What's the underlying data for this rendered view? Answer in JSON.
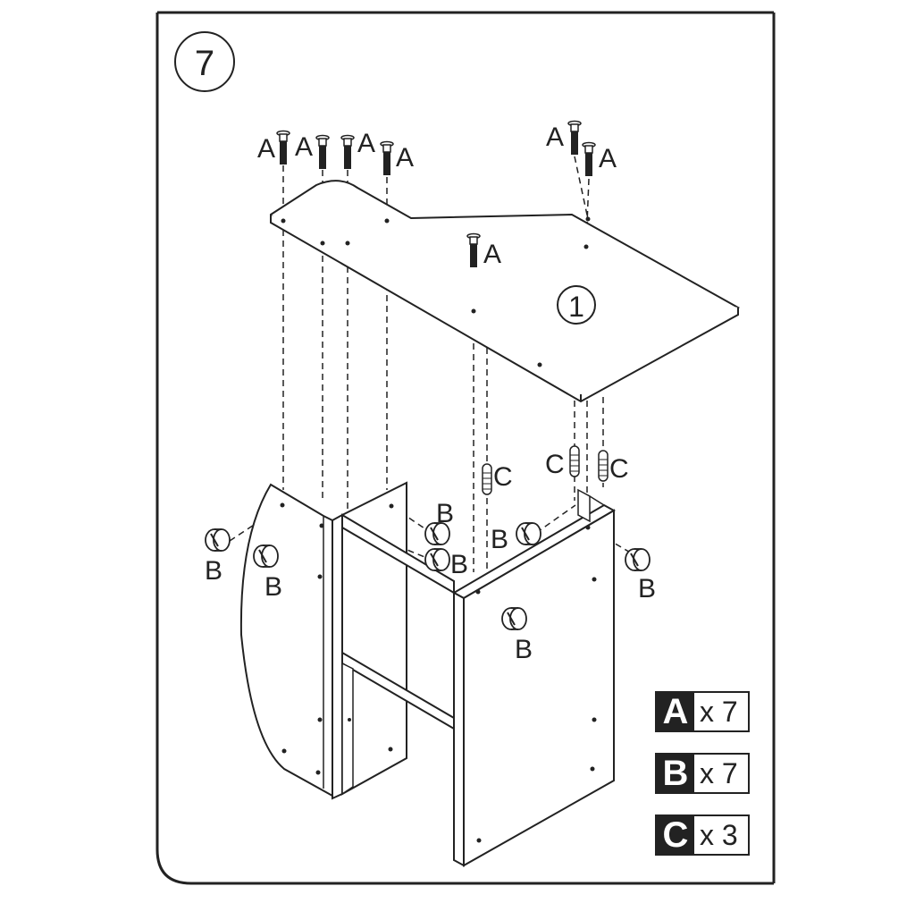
{
  "step": {
    "number": "7"
  },
  "part": {
    "number": "1"
  },
  "labels": {
    "a": "A",
    "b": "B",
    "c": "C"
  },
  "legend": [
    {
      "letter": "A",
      "qty": "x 7"
    },
    {
      "letter": "B",
      "qty": "x 7"
    },
    {
      "letter": "C",
      "qty": "x 3"
    }
  ],
  "colors": {
    "ink": "#222222",
    "paper": "#ffffff"
  },
  "icons": [
    "screw-icon",
    "cam-lock-icon",
    "dowel-icon"
  ]
}
